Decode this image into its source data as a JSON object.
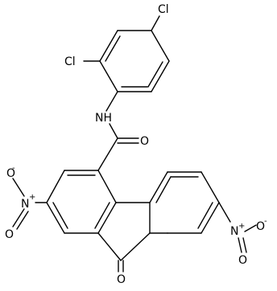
{
  "molecule": {
    "labels": {
      "cl_top": "Cl",
      "cl_ortho": "Cl",
      "amide_nh": "NH",
      "carbonyl_o_amide": "O",
      "nitro_n_left": "N",
      "nitro_o_left_minus": "O",
      "nitro_o_left_minus_sign": "-",
      "nitro_o_left_double": "O",
      "nitro_n_left_plus": "+",
      "ketone_o": "O",
      "nitro_n_right": "N",
      "nitro_n_right_plus": "+",
      "nitro_o_right_minus": "O",
      "nitro_o_right_minus_sign": "-",
      "nitro_o_right_double": "O"
    }
  },
  "colors": {
    "bond": "#000000",
    "text": "#000000",
    "background": "#ffffff"
  }
}
